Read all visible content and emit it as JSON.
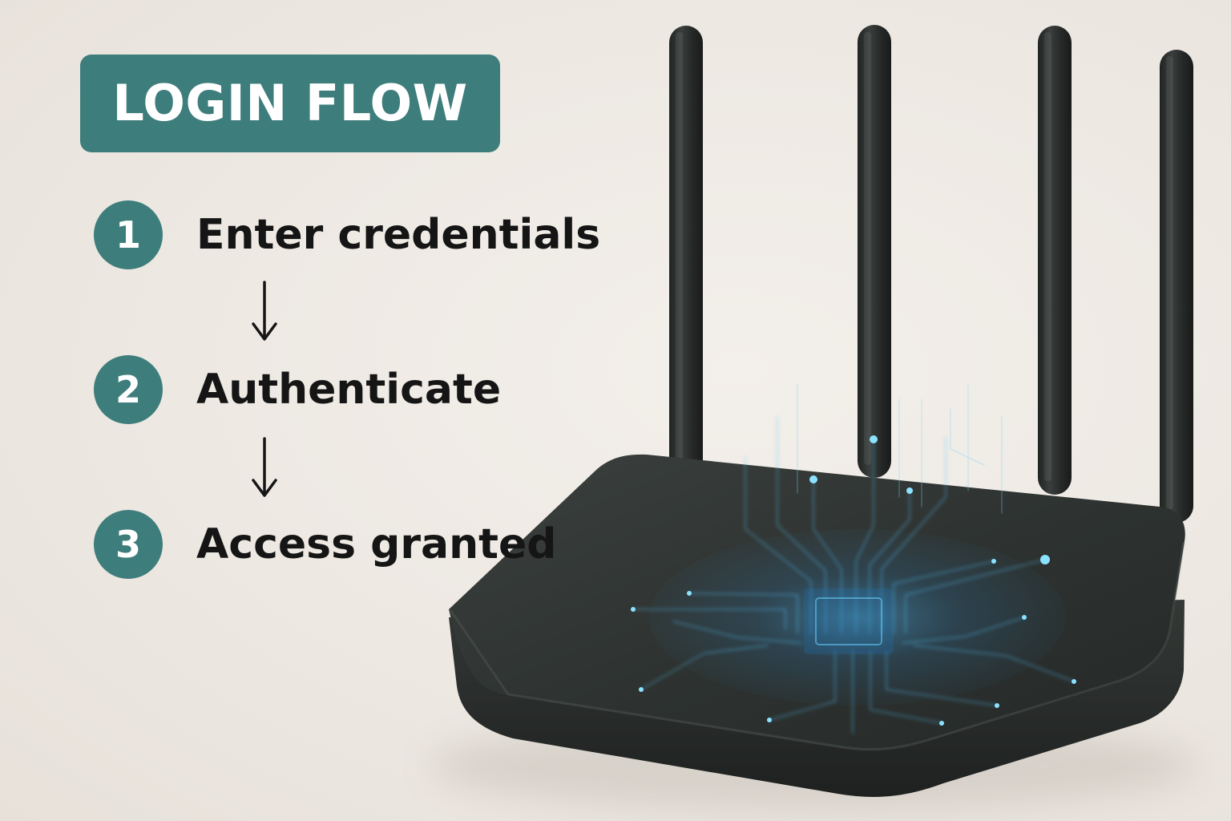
{
  "title": {
    "text": "LOGIN FLOW"
  },
  "steps": [
    {
      "number": "1",
      "label": "Enter credentials"
    },
    {
      "number": "2",
      "label": "Authenticate"
    },
    {
      "number": "3",
      "label": "Access granted"
    }
  ],
  "icons": {
    "flow_arrow": "down-arrow-icon",
    "device": "wireless-router-illustration",
    "circuit": "circuit-board-illustration"
  },
  "colors": {
    "accent": "#3d7d7b",
    "text": "#151515",
    "background": "#eee9e3",
    "router": "#2f3231",
    "glow": "#49b8ff"
  }
}
